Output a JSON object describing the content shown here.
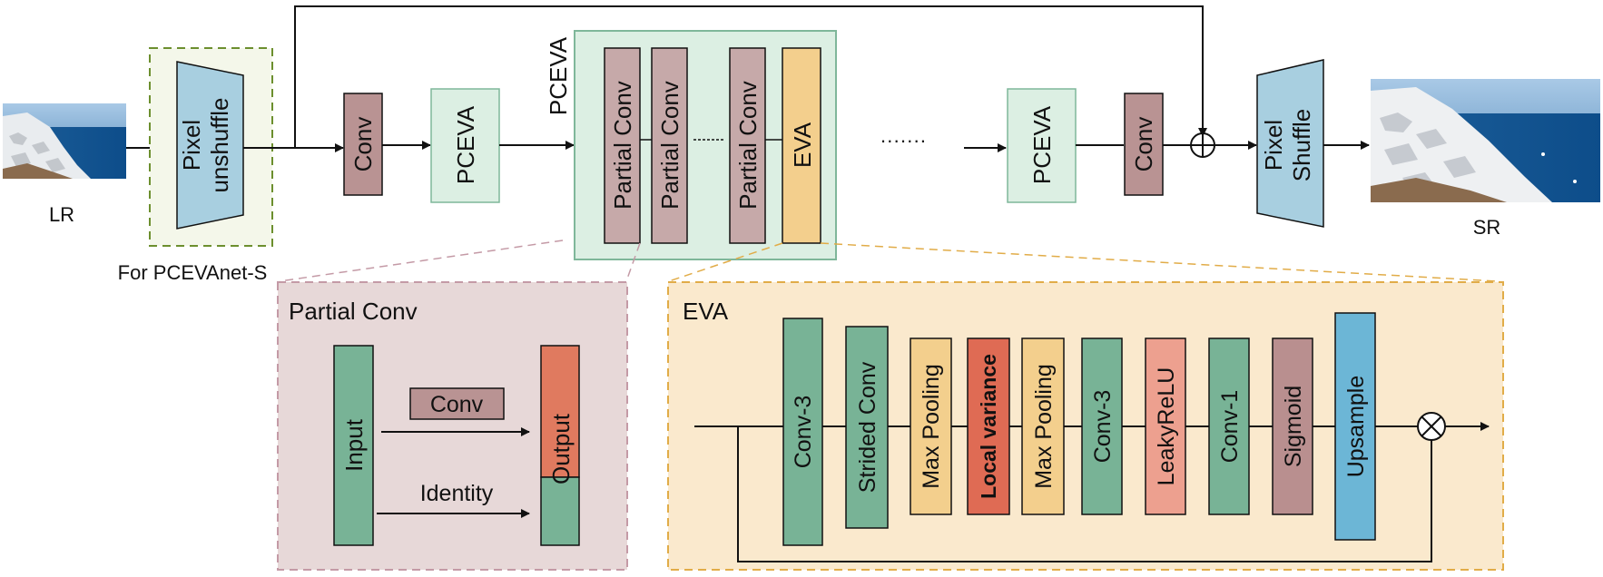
{
  "labels": {
    "lr": "LR",
    "sr": "SR",
    "pixel_unshuffle_1": "Pixel",
    "pixel_unshuffle_2": "unshuffle",
    "for_variant": "For PCEVAnet-S",
    "conv": "Conv",
    "pceva": "PCEVA",
    "pceva_title": "PCEVA",
    "partial_conv": "Partial Conv",
    "eva": "EVA",
    "dots_inline": "·······",
    "pixel_shuffle_1": "Pixel",
    "pixel_shuffle_2": "Shuffle"
  },
  "partial_conv_panel": {
    "title": "Partial Conv",
    "input": "Input",
    "conv": "Conv",
    "identity": "Identity",
    "output": "Output"
  },
  "eva_panel": {
    "title": "EVA",
    "blocks": [
      "Conv-3",
      "Strided Conv",
      "Max Pooling",
      "Local variance",
      "Max Pooling",
      "Conv-3",
      "LeakyReLU",
      "Conv-1",
      "Sigmoid",
      "Upsample"
    ]
  },
  "colors": {
    "conv_brown": "#b99393",
    "pceva_green": "#dcefe3",
    "pixel_blue": "#a8cfe0",
    "eva_orange": "#f3cf8d",
    "green_block": "#78b396",
    "local_variance": "#df6b54",
    "leaky_relu": "#eda08f",
    "sigmoid": "#b98f8f",
    "upsample_blue": "#6cb6d6",
    "partial_panel_bg": "#e7d8d8",
    "eva_panel_bg": "#fae9cd",
    "output_top": "#e07a5f"
  }
}
